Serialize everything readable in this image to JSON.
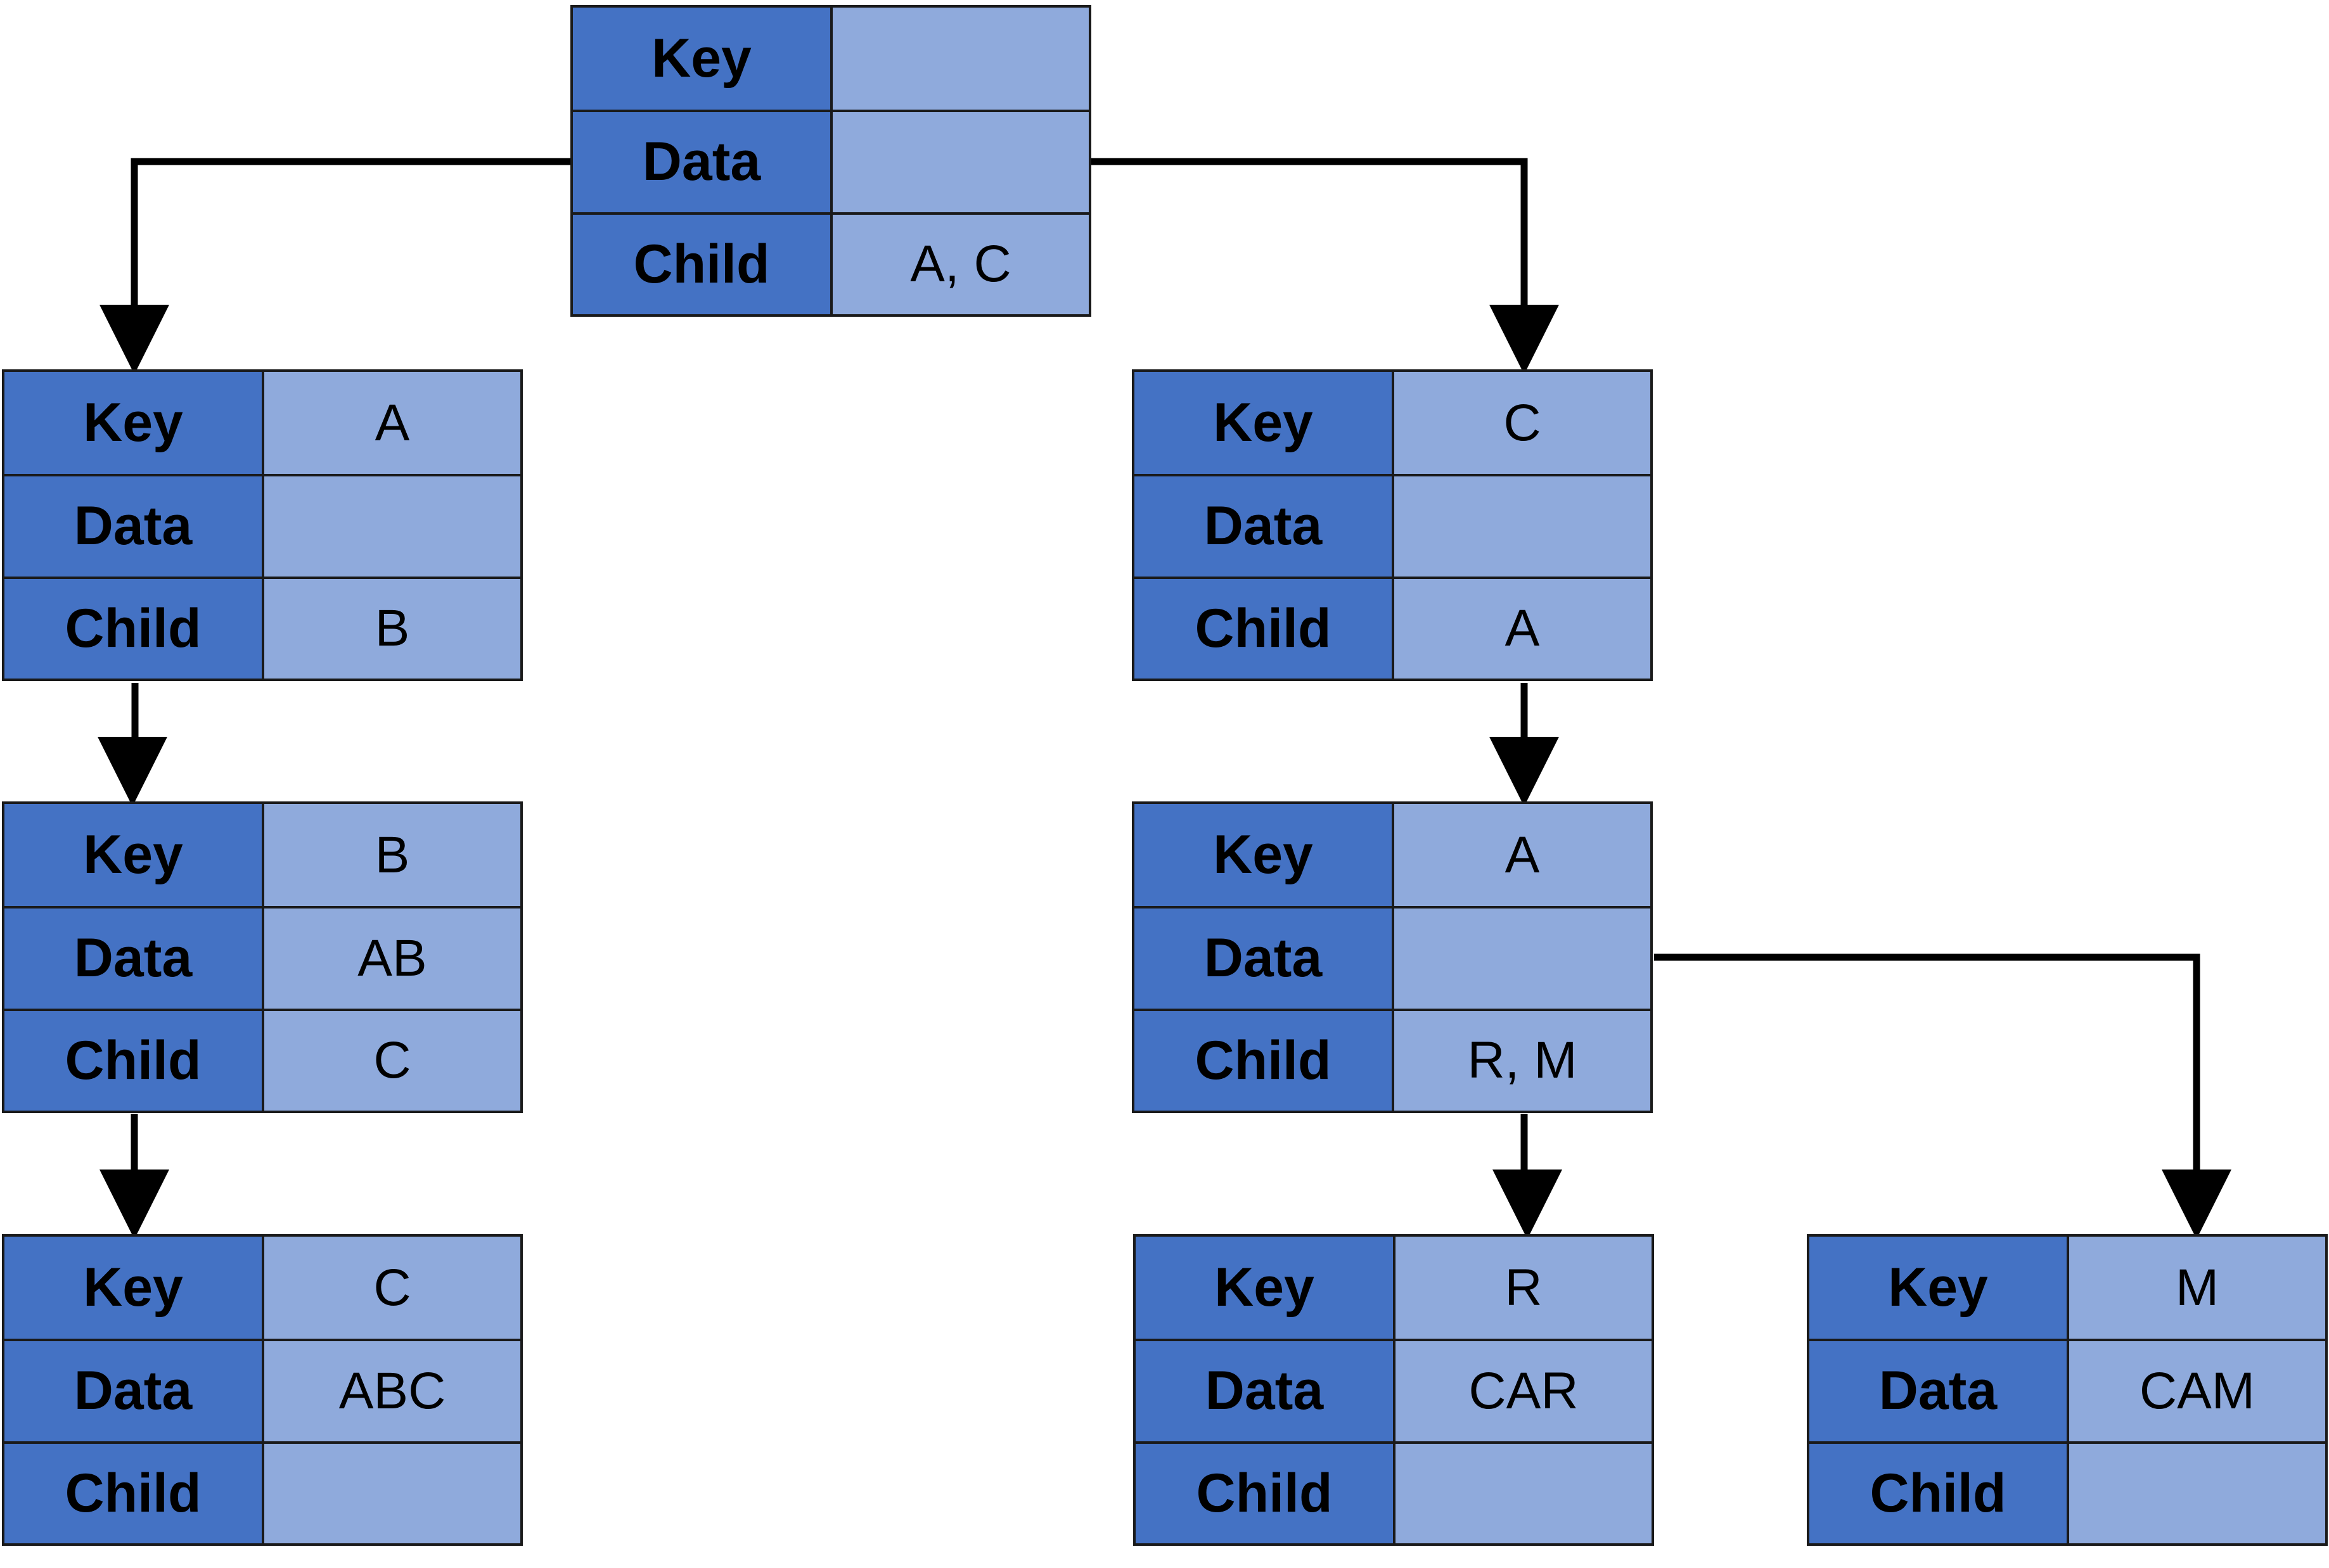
{
  "colors": {
    "label_fill": "#4472c4",
    "value_fill": "#8faadc",
    "border": "#1a1a1a",
    "edge": "#000000"
  },
  "field_labels": {
    "key": "Key",
    "data": "Data",
    "child": "Child"
  },
  "nodes": [
    {
      "id": "root",
      "key": "",
      "data": "",
      "child": "A, C"
    },
    {
      "id": "a-left",
      "key": "A",
      "data": "",
      "child": "B"
    },
    {
      "id": "b-left",
      "key": "B",
      "data": "AB",
      "child": "C"
    },
    {
      "id": "c-left",
      "key": "C",
      "data": "ABC",
      "child": ""
    },
    {
      "id": "c-right",
      "key": "C",
      "data": "",
      "child": "A"
    },
    {
      "id": "a-right",
      "key": "A",
      "data": "",
      "child": "R, M"
    },
    {
      "id": "r-leaf",
      "key": "R",
      "data": "CAR",
      "child": ""
    },
    {
      "id": "m-leaf",
      "key": "M",
      "data": "CAM",
      "child": ""
    }
  ]
}
